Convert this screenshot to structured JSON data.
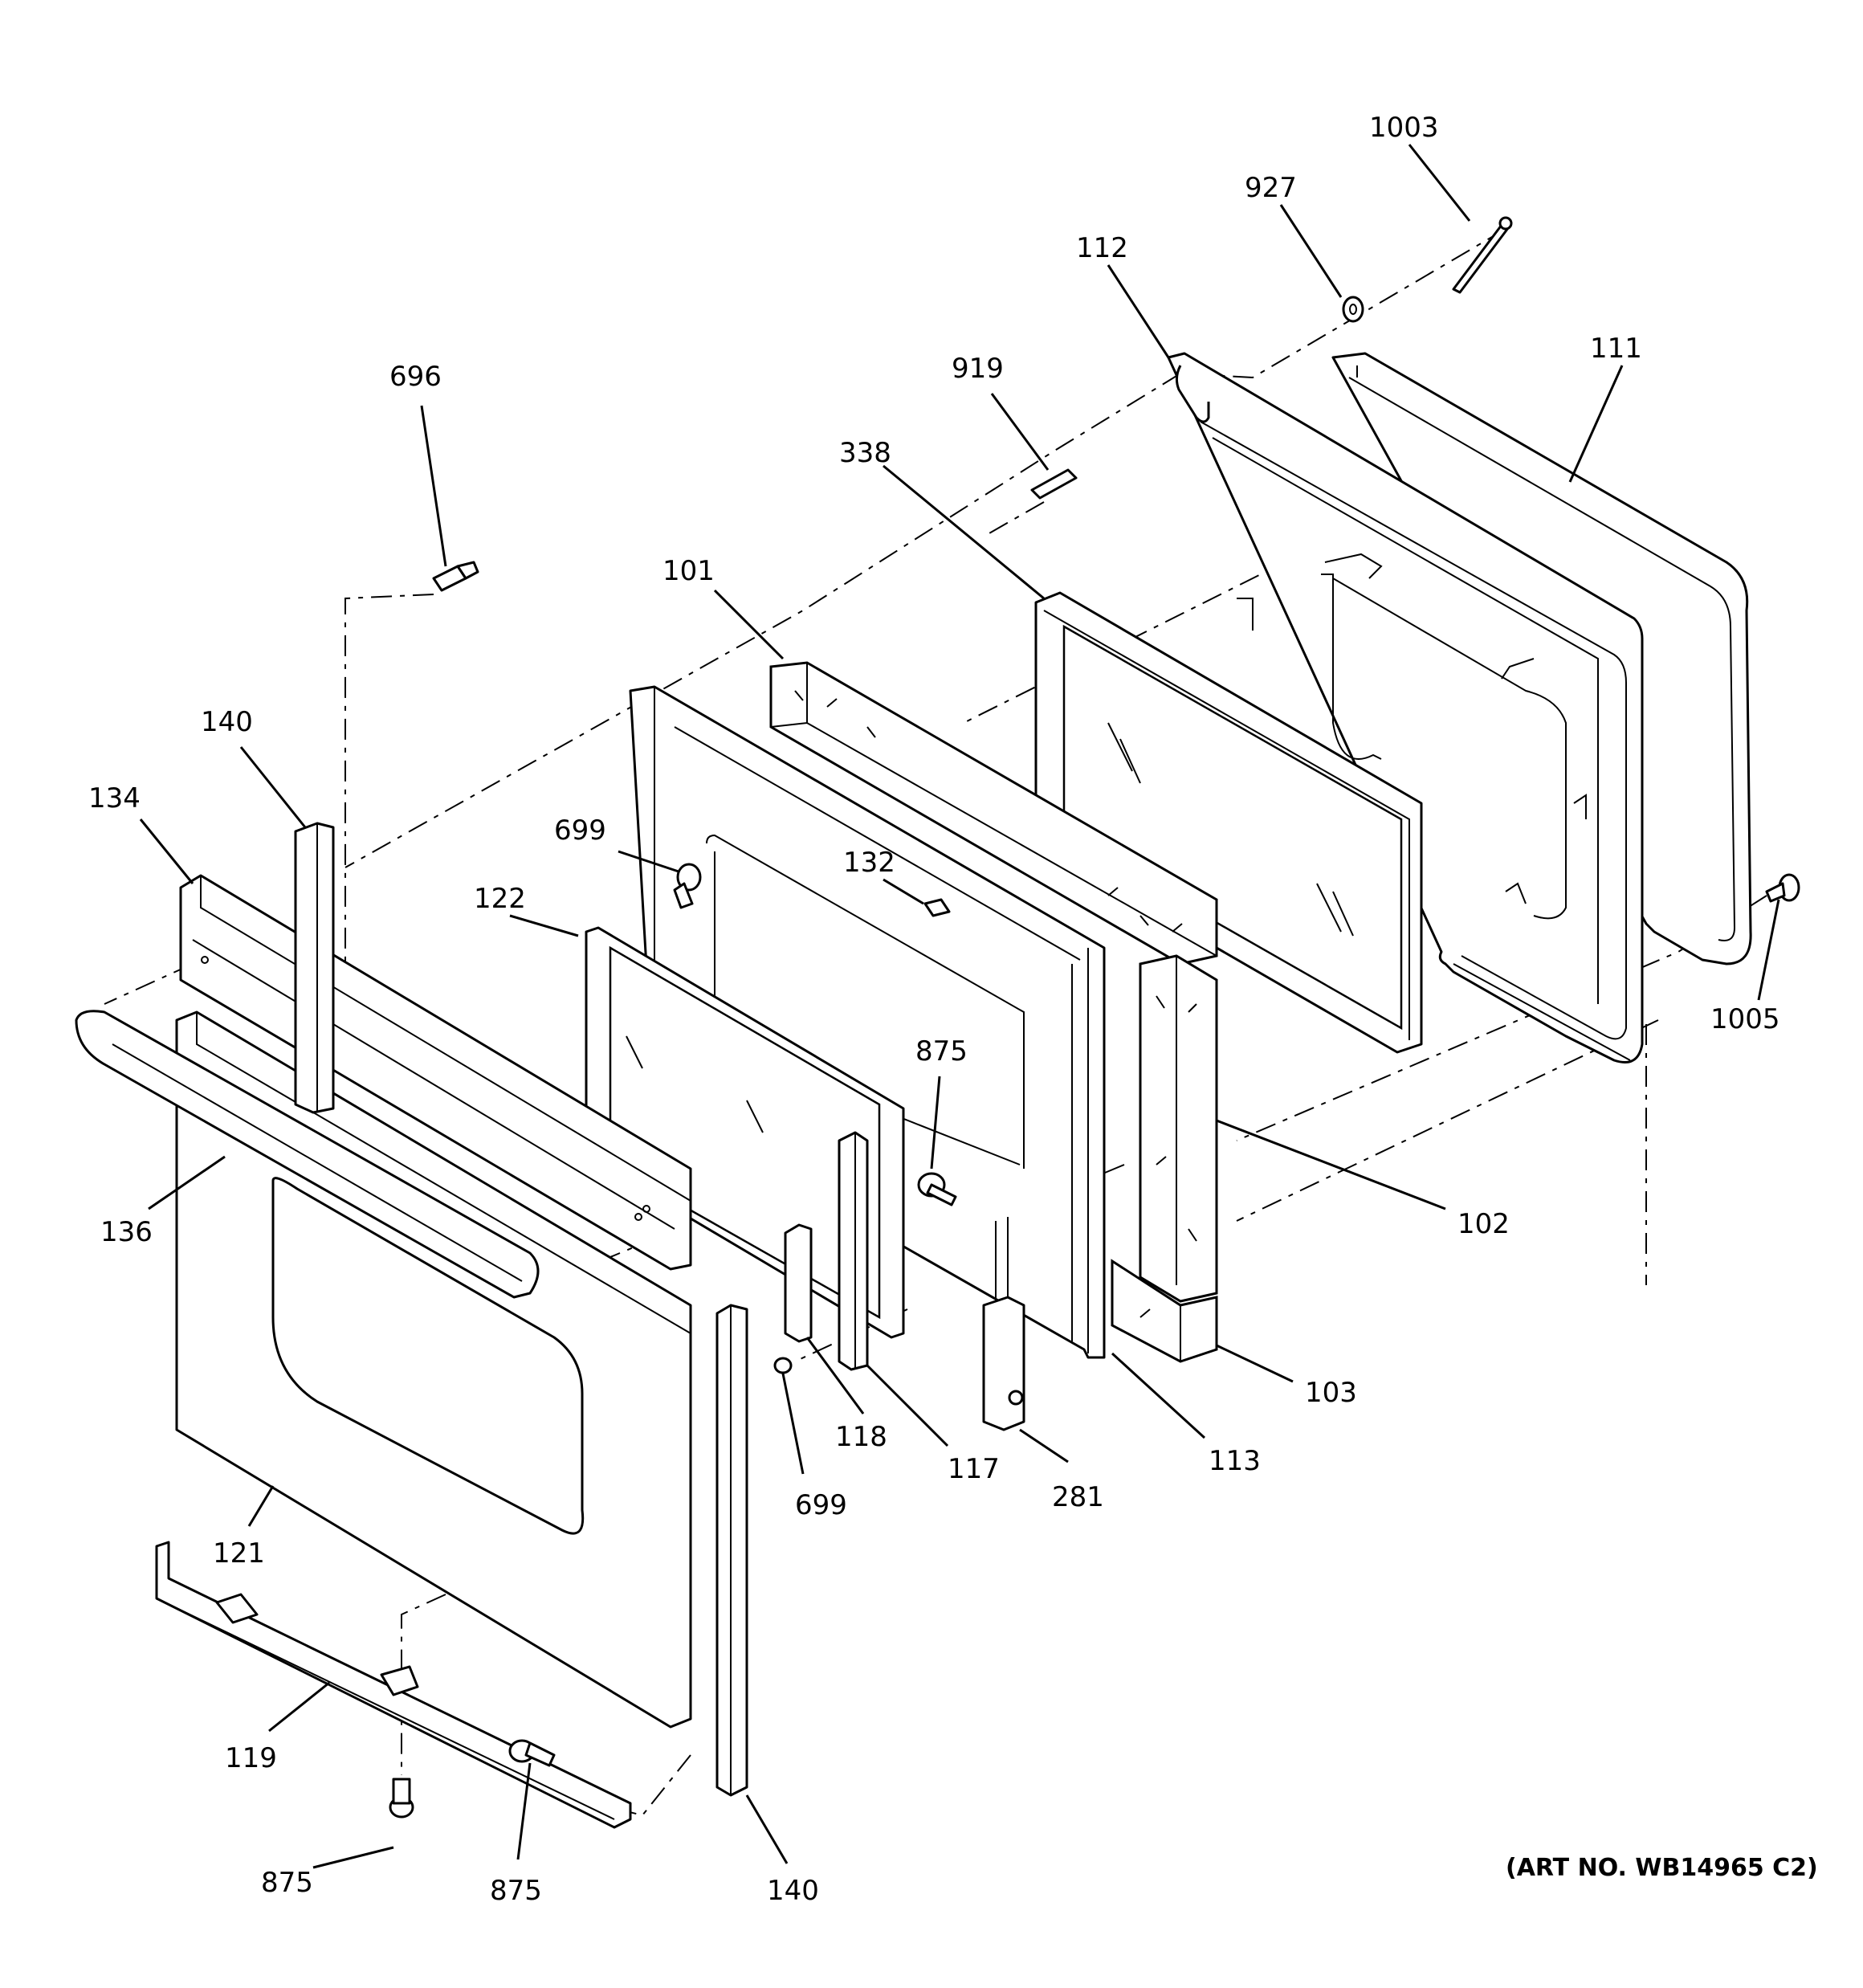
{
  "diagram": {
    "art_number": "(ART NO. WB14965 C2)",
    "callouts": [
      {
        "id": "c-1003",
        "label": "1003"
      },
      {
        "id": "c-927",
        "label": "927"
      },
      {
        "id": "c-112",
        "label": "112"
      },
      {
        "id": "c-111",
        "label": "111"
      },
      {
        "id": "c-696",
        "label": "696"
      },
      {
        "id": "c-919",
        "label": "919"
      },
      {
        "id": "c-338",
        "label": "338"
      },
      {
        "id": "c-101",
        "label": "101"
      },
      {
        "id": "c-140-top",
        "label": "140"
      },
      {
        "id": "c-134",
        "label": "134"
      },
      {
        "id": "c-699-top",
        "label": "699"
      },
      {
        "id": "c-132",
        "label": "132"
      },
      {
        "id": "c-122",
        "label": "122"
      },
      {
        "id": "c-875-mid",
        "label": "875"
      },
      {
        "id": "c-1005",
        "label": "1005"
      },
      {
        "id": "c-136",
        "label": "136"
      },
      {
        "id": "c-102",
        "label": "102"
      },
      {
        "id": "c-103",
        "label": "103"
      },
      {
        "id": "c-118",
        "label": "118"
      },
      {
        "id": "c-117",
        "label": "117"
      },
      {
        "id": "c-113",
        "label": "113"
      },
      {
        "id": "c-699-bot",
        "label": "699"
      },
      {
        "id": "c-281",
        "label": "281"
      },
      {
        "id": "c-121",
        "label": "121"
      },
      {
        "id": "c-119",
        "label": "119"
      },
      {
        "id": "c-875-left",
        "label": "875"
      },
      {
        "id": "c-875-right",
        "label": "875"
      },
      {
        "id": "c-140-bot",
        "label": "140"
      }
    ]
  }
}
